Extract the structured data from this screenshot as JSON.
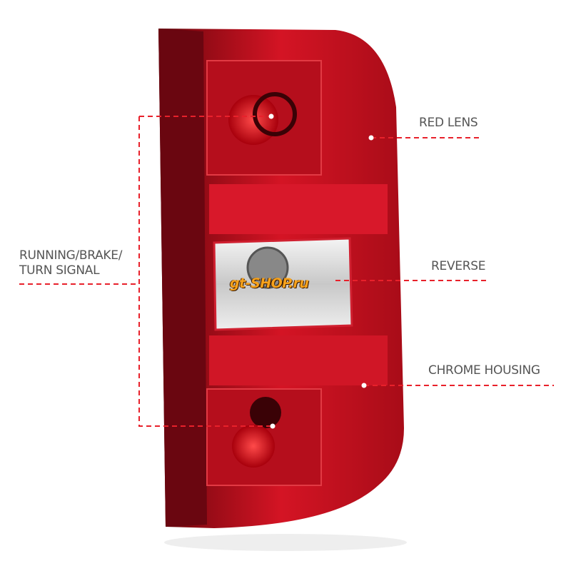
{
  "callouts": {
    "running": {
      "line1": "RUNNING/BRAKE/",
      "line2": "TURN SIGNAL"
    },
    "red_lens": "RED LENS",
    "reverse": "REVERSE",
    "chrome_housing": "CHROME HOUSING"
  },
  "watermark": "gt-SHOP.ru",
  "colors": {
    "accent": "#e8212b",
    "label": "#555555",
    "lens_red": "#c8101e",
    "housing_dark": "#7a0a12"
  }
}
